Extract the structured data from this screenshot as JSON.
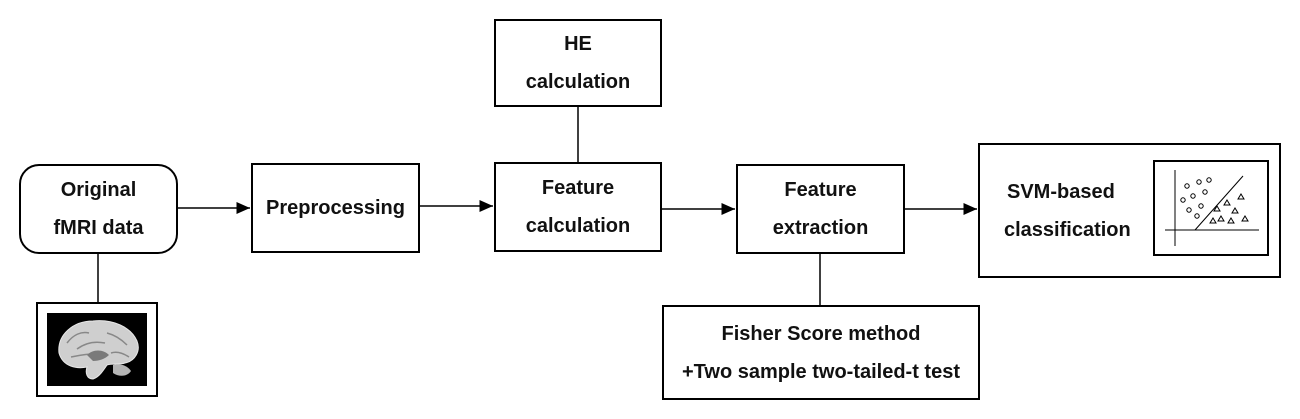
{
  "nodes": {
    "original": {
      "line1": "Original",
      "line2": "fMRI data"
    },
    "preprocessing": {
      "label": "Preprocessing"
    },
    "he": {
      "line1": "HE",
      "line2": "calculation"
    },
    "feature_calc": {
      "line1": "Feature",
      "line2": "calculation"
    },
    "feature_extract": {
      "line1": "Feature",
      "line2": "extraction"
    },
    "fisher": {
      "line1": "Fisher Score method",
      "line2": "+Two sample two-tailed-t test"
    },
    "svm": {
      "line1": "SVM-based",
      "line2": "classification"
    }
  },
  "icons": {
    "brain": "brain-mri-icon",
    "svm_plot": "svm-scatter-plot-icon"
  }
}
